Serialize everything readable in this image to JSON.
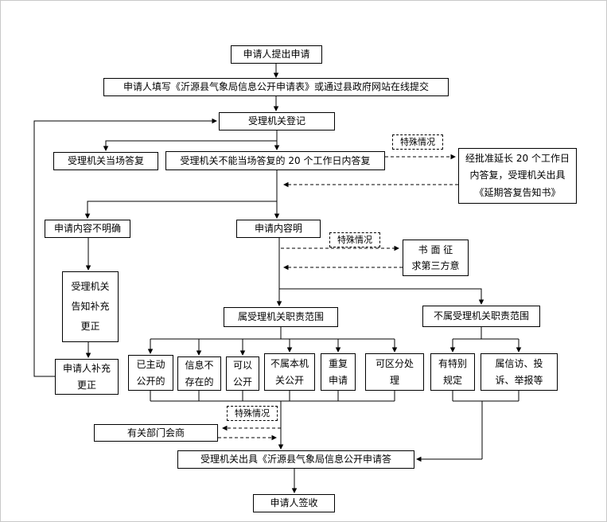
{
  "nodes": {
    "submit": "申请人提出申请",
    "fill_form": "申请人填写《沂源县气象局信息公开申请表》或通过县政府网站在线提交",
    "register": "受理机关登记",
    "onsite_reply": "受理机关当场答复",
    "reply_20days": "受理机关不能当场答复的 20 个工作日内答复",
    "special_case_1": "特殊情况",
    "extend_reply": "经批准延长 20 个工作日\n内答复，受理机关出具\n《延期答复告知书》",
    "unclear": "申请内容不明确",
    "clear": "申请内容明",
    "special_case_2": "特殊情况",
    "third_party": "书 面 征\n求第三方意",
    "notify_supplement": "受理机关\n告知补充\n更正",
    "in_scope": "属受理机关职责范围",
    "out_scope": "不属受理机关职责范围",
    "applicant_supplement": "申请人补充\n更正",
    "already_public": "已主动\n公开的",
    "not_exist": "信息不\n存在的",
    "can_public": "可以\n公开",
    "not_this_org": "不属本机\n关公开",
    "repeat_apply": "重复\n申请",
    "separable": "可区分处\n理",
    "special_rule": "有特别\n规定",
    "petition": "属信访、投\n诉、举报等",
    "special_case_3": "特殊情况",
    "consult": "有关部门会商",
    "issue_reply": "受理机关出具《沂源县气象局信息公开申请答",
    "sign": "申请人签收"
  }
}
